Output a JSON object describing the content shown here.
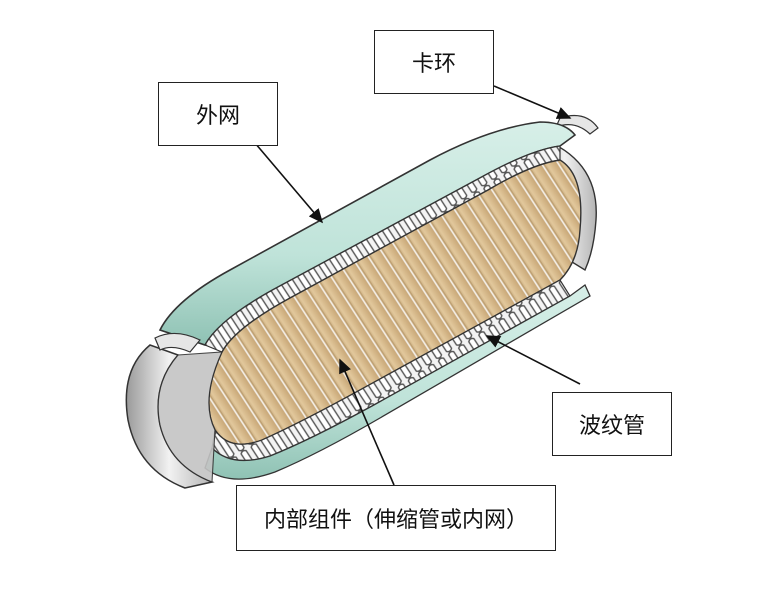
{
  "labels": {
    "clamp_ring": "卡环",
    "outer_mesh": "外网",
    "bellows": "波纹管",
    "inner_component": "内部组件（伸缩管或内网）"
  },
  "colors": {
    "outer_mesh": "#bfe3d9",
    "outer_mesh_shadow": "#8fc2b4",
    "inner_core": "#d9bf93",
    "inner_core_dark": "#b8986a",
    "metal": "#d8d8d8",
    "metal_dark": "#8a8a8a",
    "outline": "#333333"
  },
  "icons": [
    "arrow-icon"
  ]
}
